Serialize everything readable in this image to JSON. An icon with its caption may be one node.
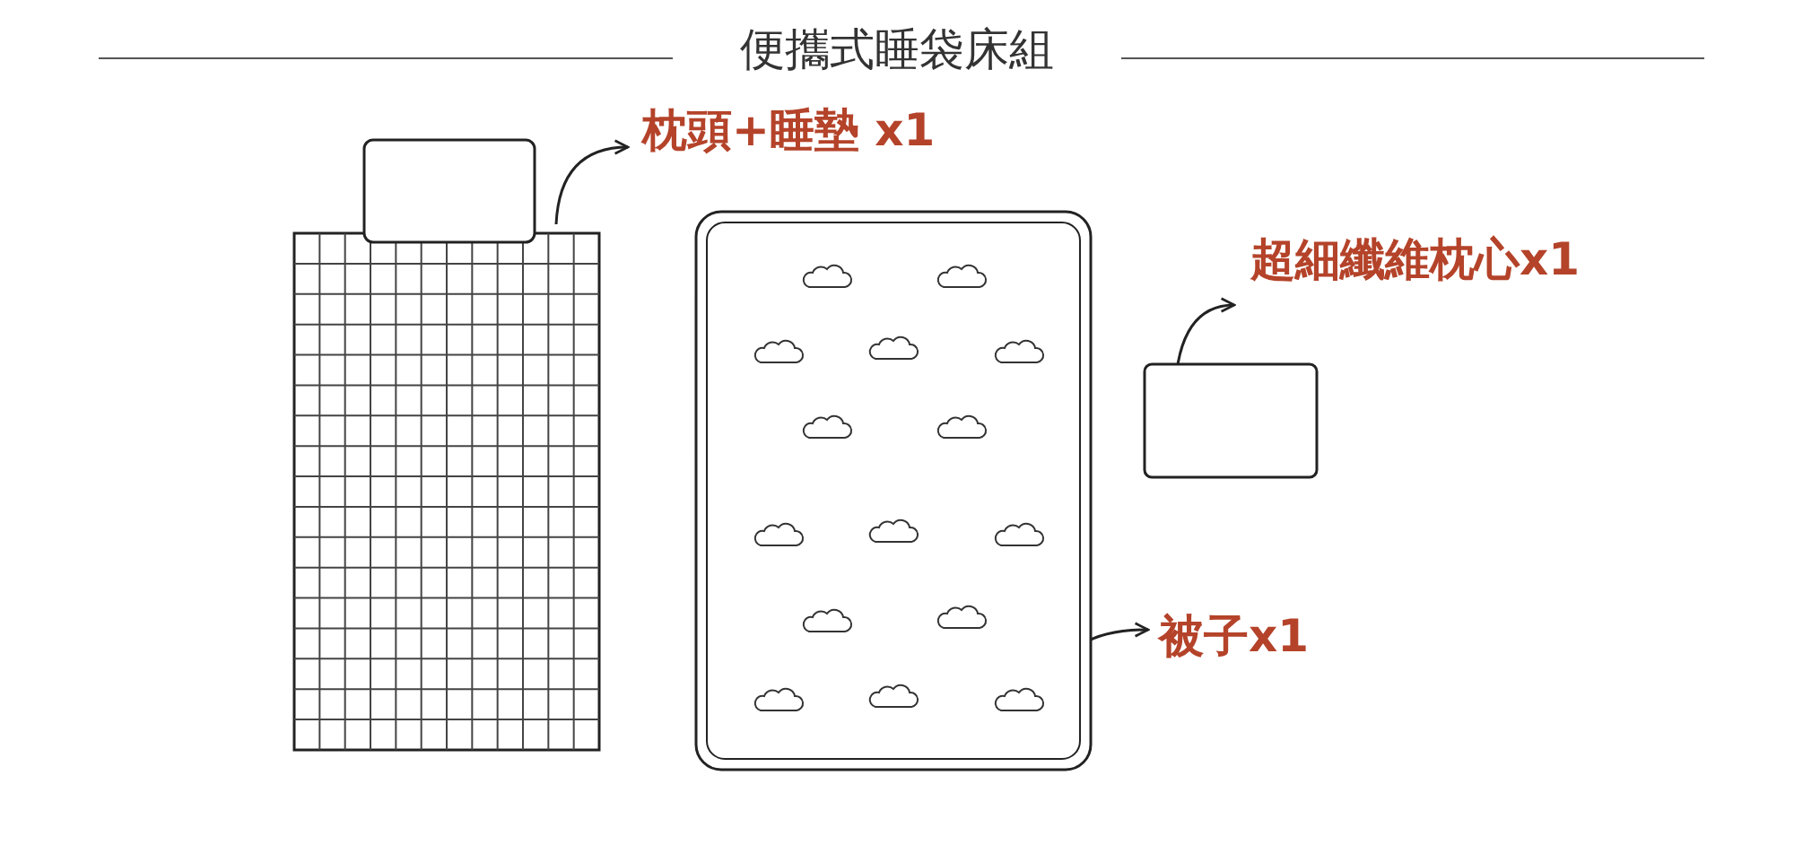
{
  "diagram": {
    "title": "便攜式睡袋床組",
    "nodes": [
      {
        "text": [
          "枕頭+睡墊 x1"
        ]
      },
      {
        "text": [],
        "shape": "picture"
      },
      {
        "text": [
          "超細纖維枕心x1"
        ]
      },
      {
        "text": [],
        "shape": "box"
      },
      {
        "text": [
          "被子x1"
        ]
      },
      {
        "text": [],
        "shape": "picture"
      }
    ],
    "edges": [
      {
        "from": 1,
        "to": 0,
        "arrow": "to"
      },
      {
        "from": 3,
        "to": 2,
        "arrow": "to"
      },
      {
        "from": 5,
        "to": 4,
        "arrow": "to"
      }
    ]
  }
}
